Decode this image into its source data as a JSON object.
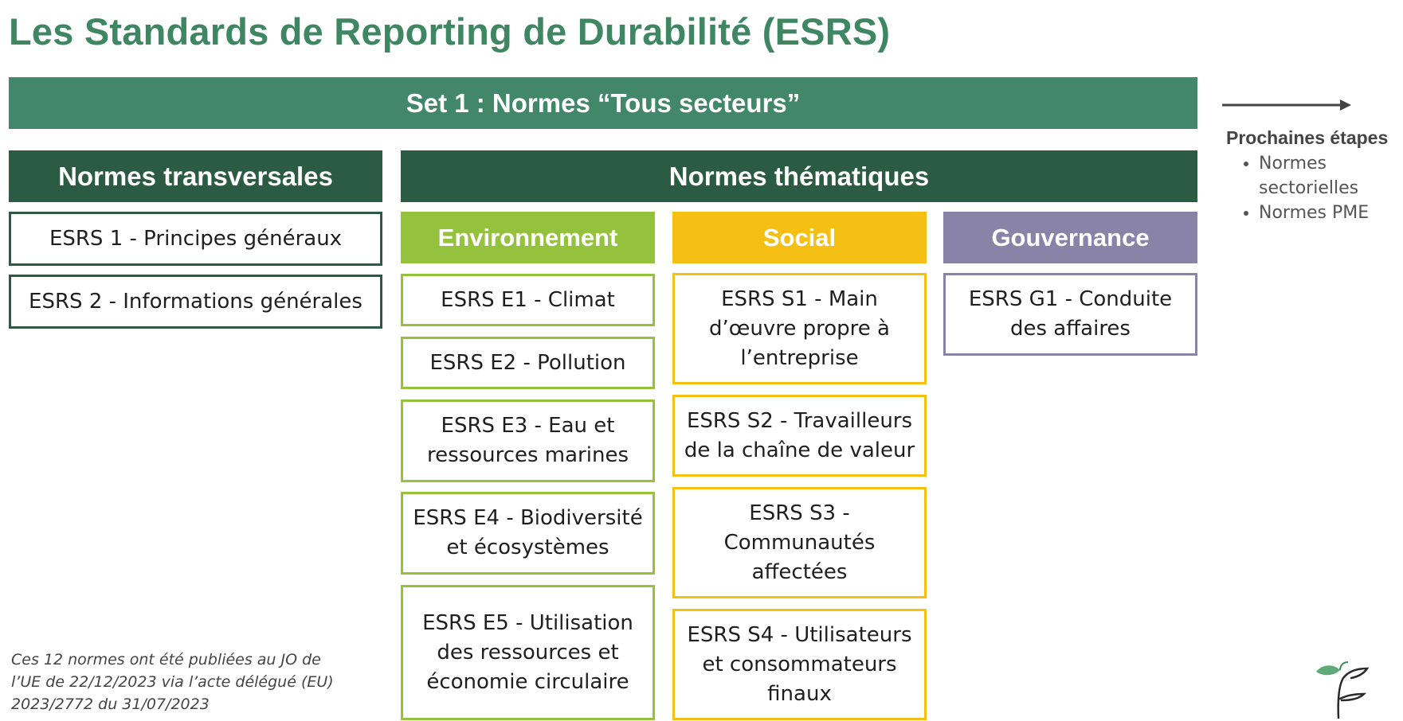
{
  "title": "Les Standards de Reporting de Durabilité (ESRS)",
  "set_banner": "Set 1 : Normes “Tous secteurs”",
  "transversal": {
    "header": "Normes transversales",
    "items": [
      "ESRS 1 - Principes généraux",
      "ESRS 2 - Informations générales"
    ]
  },
  "thematic": {
    "header": "Normes thématiques",
    "environnement": {
      "header": "Environnement",
      "items": [
        "ESRS E1 - Climat",
        "ESRS E2 - Pollution",
        "ESRS E3 - Eau et ressources marines",
        "ESRS E4 - Biodiversité et écosystèmes",
        "ESRS E5 - Utilisation des ressources et économie circulaire"
      ]
    },
    "social": {
      "header": "Social",
      "items": [
        "ESRS S1 - Main d’œuvre propre à l’entreprise",
        "ESRS S2 - Travailleurs de la chaîne de valeur",
        "ESRS S3 - Communautés affectées",
        "ESRS S4 - Utilisateurs et consommateurs finaux"
      ]
    },
    "gouvernance": {
      "header": "Gouvernance",
      "items": [
        "ESRS G1 - Conduite des affaires"
      ]
    }
  },
  "next_steps": {
    "title": "Prochaines étapes",
    "items": [
      "Normes sectorielles",
      "Normes PME"
    ]
  },
  "footnote": "Ces 12 normes ont été publiées au JO de l’UE de 22/12/2023 via l’acte délégué (EU) 2023/2772 du 31/07/2023",
  "colors": {
    "title": "#3f8762",
    "set_band": "#42876a",
    "dark_band": "#2c5b43",
    "environnement": "#95c23d",
    "social": "#f5bf14",
    "gouvernance": "#8983a8"
  },
  "icons": {
    "arrow": "arrow-right-icon",
    "logo": "leaf-logo-icon"
  }
}
